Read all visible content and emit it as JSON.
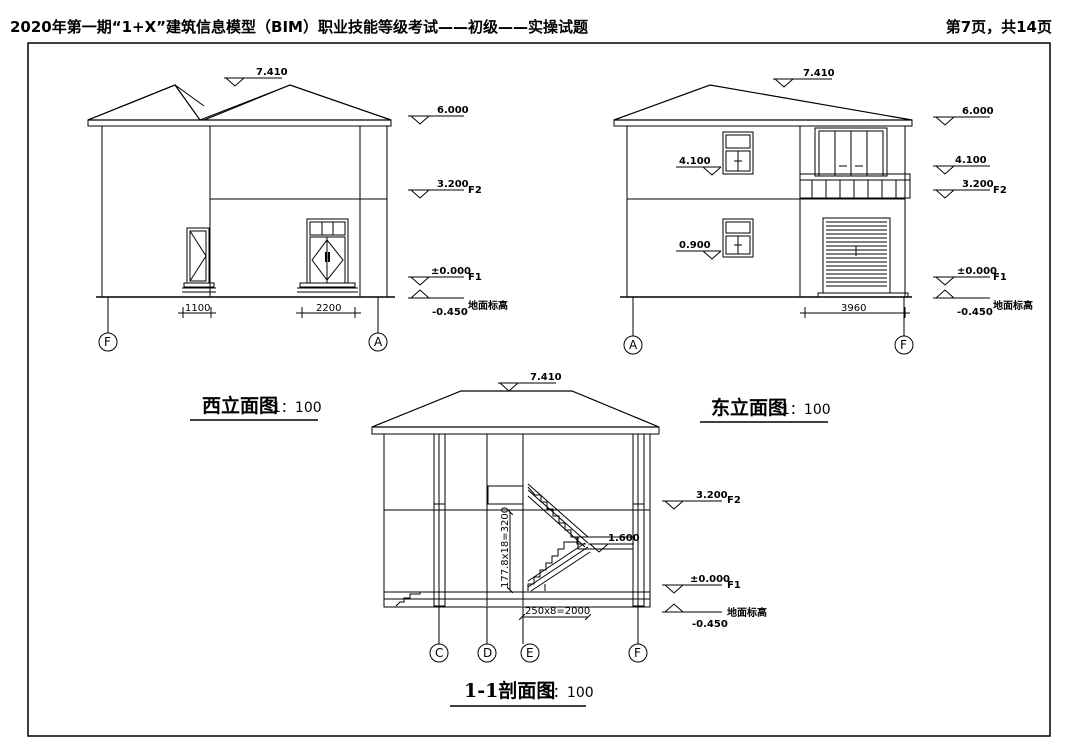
{
  "header": {
    "title": "2020年第一期“1+X”建筑信息模型（BIM）职业技能等级考试——初级——实操试题",
    "page": "第7页，共14页"
  },
  "west": {
    "title": "西立面图",
    "scale": "1：100",
    "elev_top": "7.410",
    "elev_eave": "6.000",
    "elev_f2": "3.200",
    "f2": "F2",
    "elev_f1": "±0.000",
    "f1": "F1",
    "elev_ground": "-0.450",
    "ground_label": "地面标高",
    "dim_door1": "1100",
    "dim_door2": "2200",
    "axis_left": "F",
    "axis_right": "A"
  },
  "east": {
    "title": "东立面图",
    "scale": "1：100",
    "elev_top": "7.410",
    "elev_eave": "6.000",
    "elev_win2": "4.100",
    "elev_win2_right": "4.100",
    "elev_f2": "3.200",
    "f2": "F2",
    "elev_win1": "0.900",
    "elev_f1": "±0.000",
    "f1": "F1",
    "elev_ground": "-0.450",
    "ground_label": "地面标高",
    "dim_garage": "3960",
    "axis_left": "A",
    "axis_right": "F"
  },
  "section": {
    "title": "1-1剖面图",
    "scale": "1：100",
    "elev_top": "7.410",
    "elev_f2": "3.200",
    "f2": "F2",
    "elev_landing": "1.600",
    "elev_f1": "±0.000",
    "f1": "F1",
    "elev_ground": "-0.450",
    "ground_label": "地面标高",
    "dim_risers": "177.8x18=3200",
    "dim_treads": "250x8=2000",
    "axis_c": "C",
    "axis_d": "D",
    "axis_e": "E",
    "axis_f": "F"
  }
}
